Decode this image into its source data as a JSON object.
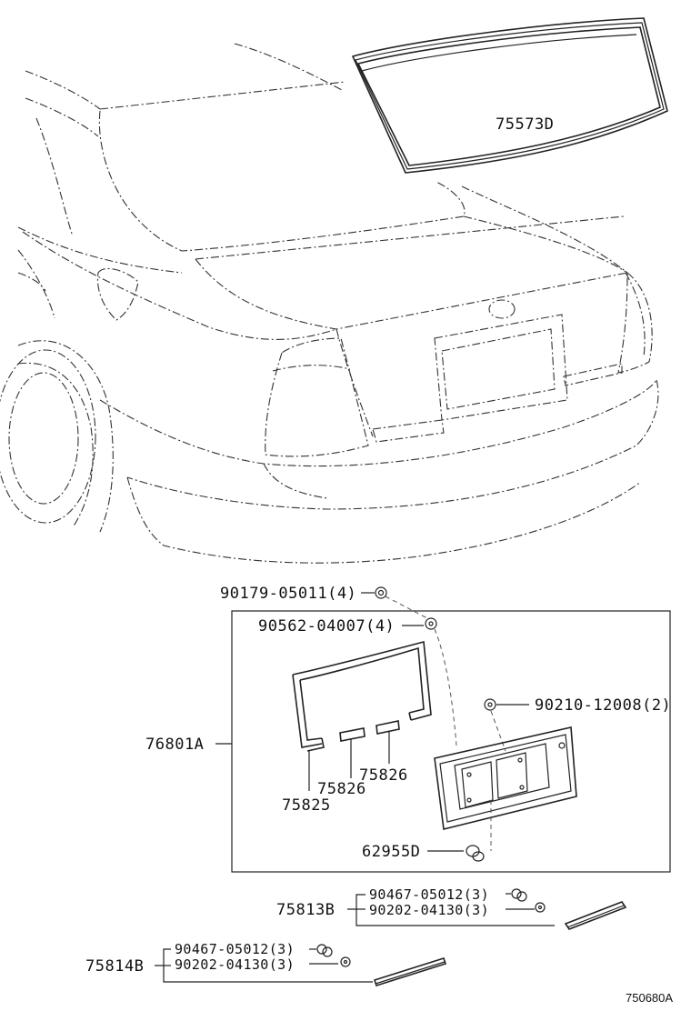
{
  "parts": {
    "back_window_weatherstrip": "75573D",
    "screw_plate_mount": "90179-05011(4)",
    "nut_plate_mount": "90562-04007(4)",
    "bolt_plate": "90210-12008(2)",
    "license_plate_bracket_assy": "76801A",
    "bracket_cushion_a": "75826",
    "bracket_cushion_b": "75826",
    "bracket_cushion_c": "75825",
    "plug_hole": "62955D",
    "garnish_upper_ref": "75813B",
    "garnish_upper_nut": "90467-05012(3)",
    "garnish_upper_clip": "90202-04130(3)",
    "garnish_lower_ref": "75814B",
    "garnish_lower_nut": "90467-05012(3)",
    "garnish_lower_clip": "90202-04130(3)"
  },
  "figure_id": "750680A",
  "icons": [
    "bolt-icon",
    "nut-icon",
    "clip-icon"
  ]
}
